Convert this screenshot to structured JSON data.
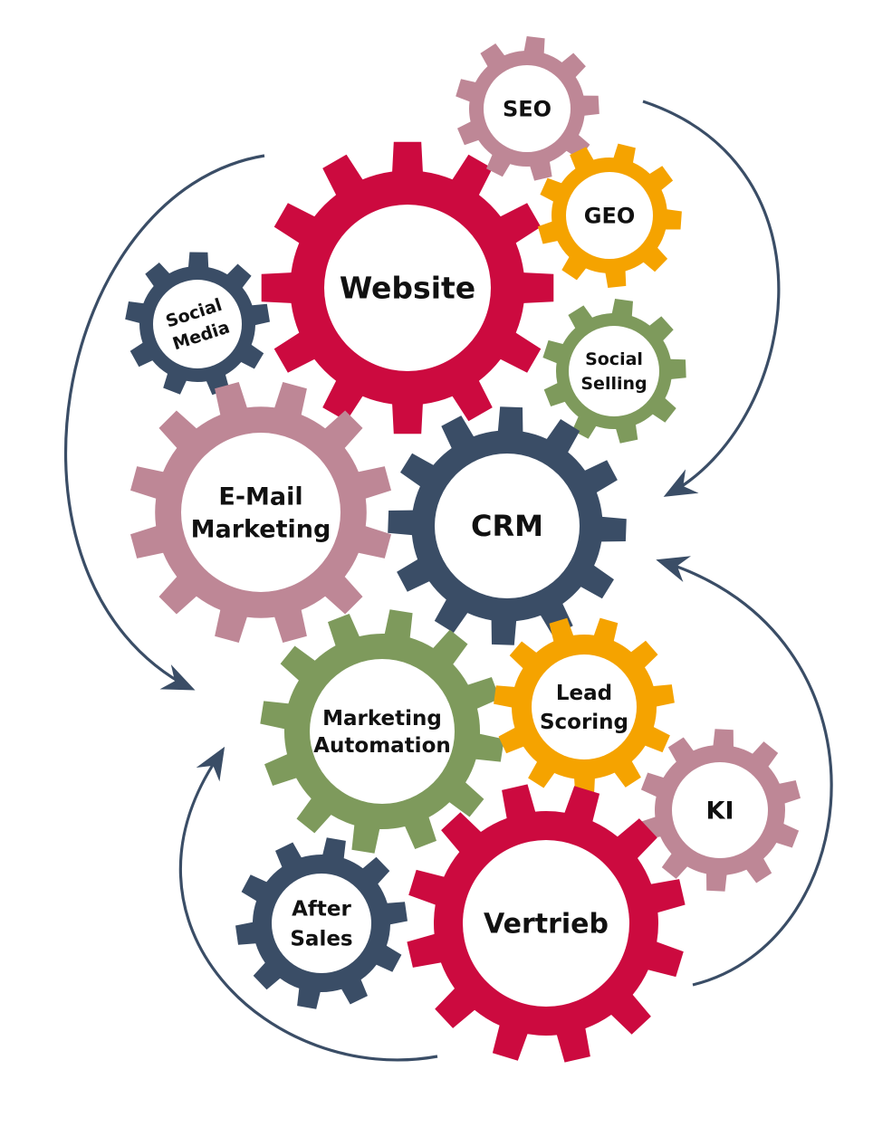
{
  "colors": {
    "crimson": "#cc0a3f",
    "navy": "#3a4d66",
    "mauve": "#be8796",
    "orange": "#f5a300",
    "green": "#7e9a5c",
    "arrow": "#3a4d66"
  },
  "gears": [
    {
      "id": "website",
      "label": [
        "Website"
      ],
      "color": "crimson"
    },
    {
      "id": "seo",
      "label": [
        "SEO"
      ],
      "color": "mauve"
    },
    {
      "id": "geo",
      "label": [
        "GEO"
      ],
      "color": "orange"
    },
    {
      "id": "social-media",
      "label": [
        "Social",
        "Media"
      ],
      "color": "navy"
    },
    {
      "id": "social-selling",
      "label": [
        "Social",
        "Selling"
      ],
      "color": "green"
    },
    {
      "id": "email-marketing",
      "label": [
        "E-Mail",
        "Marketing"
      ],
      "color": "mauve"
    },
    {
      "id": "crm",
      "label": [
        "CRM"
      ],
      "color": "navy"
    },
    {
      "id": "marketing-automation",
      "label": [
        "Marketing",
        "Automation"
      ],
      "color": "green"
    },
    {
      "id": "lead-scoring",
      "label": [
        "Lead",
        "Scoring"
      ],
      "color": "orange"
    },
    {
      "id": "ki",
      "label": [
        "KI"
      ],
      "color": "mauve"
    },
    {
      "id": "after-sales",
      "label": [
        "After",
        "Sales"
      ],
      "color": "navy"
    },
    {
      "id": "vertrieb",
      "label": [
        "Vertrieb"
      ],
      "color": "crimson"
    }
  ],
  "arrows": [
    "seo-to-crm",
    "vertrieb-to-crm",
    "social-to-automation",
    "vertrieb-to-automation"
  ]
}
